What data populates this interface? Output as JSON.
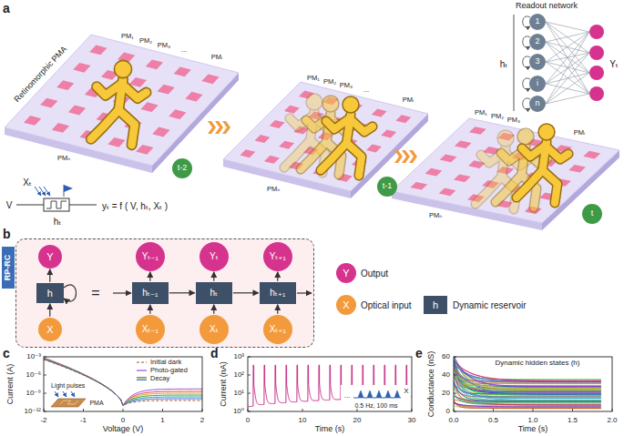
{
  "diagram": {
    "nodes": [
      {
        "text": [
          "t-2"
        ]
      },
      {
        "text": [
          "t-1"
        ]
      },
      {
        "text": [
          "t"
        ]
      },
      {
        "text": [
          "1"
        ]
      },
      {
        "text": [
          "2"
        ]
      },
      {
        "text": [
          "3"
        ]
      },
      {
        "text": [
          "i"
        ]
      },
      {
        "text": [
          "n"
        ]
      },
      {
        "text": [
          "RP-RC"
        ]
      },
      {
        "text": [
          "Y"
        ],
        "in": 8
      },
      {
        "text": [
          "h"
        ],
        "in": 8
      },
      {
        "text": [
          "X"
        ],
        "in": 8
      },
      {
        "text": [
          "Yₜ₋₁"
        ],
        "in": 8
      },
      {
        "text": [
          "Yₜ"
        ],
        "in": 8
      },
      {
        "text": [
          "Yₜ₊₁"
        ],
        "in": 8
      },
      {
        "text": [
          "hₜ₋₁"
        ],
        "in": 8
      },
      {
        "text": [
          "hₜ"
        ],
        "in": 8
      },
      {
        "text": [
          "hₜ₊₁"
        ],
        "in": 8
      },
      {
        "text": [
          "Xₜ₋₁"
        ],
        "in": 8
      },
      {
        "text": [
          "Xₜ"
        ],
        "in": 8
      },
      {
        "text": [
          "Xₜ₊₁"
        ],
        "in": 8
      }
    ],
    "edges": [
      {
        "from": 11,
        "to": 10,
        "arrow": "to"
      },
      {
        "from": 10,
        "to": 9,
        "arrow": "to"
      },
      {
        "from": 18,
        "to": 15,
        "arrow": "to"
      },
      {
        "from": 15,
        "to": 12,
        "arrow": "to"
      },
      {
        "from": 19,
        "to": 16,
        "arrow": "to"
      },
      {
        "from": 16,
        "to": 13,
        "arrow": "to"
      },
      {
        "from": 20,
        "to": 17,
        "arrow": "to"
      },
      {
        "from": 17,
        "to": 14,
        "arrow": "to"
      },
      {
        "from": 15,
        "to": 16,
        "arrow": "to"
      },
      {
        "from": 16,
        "to": 17,
        "arrow": "to"
      }
    ],
    "labels": [
      "a",
      "Retinomorphic PMA",
      "PM₁",
      "PM₂",
      "PM₃",
      "...",
      "PMᵢ",
      "PMₙ",
      "PM₁",
      "PM₂",
      "PM₃",
      "...",
      "PMᵢ",
      "PMₙ",
      "PM₁",
      "PM₂",
      "PM₃",
      "PMᵢ",
      "PMₙ",
      "Xₜ",
      "V",
      "hₜ",
      "yₜ = f ( V, hₜ, Xₜ )",
      "Readout network",
      "hₜ",
      "Yₜ",
      "b",
      "=",
      "Y",
      "X",
      "h",
      "c",
      "Current (A)",
      "10⁻³",
      "10⁻⁶",
      "10⁻⁹",
      "10⁻¹²",
      "-2",
      "-1",
      "0",
      "1",
      "2",
      "Voltage (V)",
      "Light pulses",
      "PMA",
      "d",
      "Current (nA)",
      "10³",
      "10²",
      "10¹",
      "10⁰",
      "0",
      "10",
      "20",
      "30",
      "Time (s)",
      "...",
      "X",
      "0.5 Hz, 100 ms",
      "e",
      "Conductance (nS)",
      "60",
      "40",
      "20",
      "0",
      "0.0",
      "0.5",
      "1.0",
      "1.5",
      "2.0",
      "Time (s)",
      "Dynamic hidden states (h)"
    ],
    "legend": [
      {
        "text": "Output",
        "color": "#d6338f"
      },
      {
        "text": "Optical input",
        "color": "#f39a3c"
      },
      {
        "text": "Dynamic reservoir",
        "color": "#3e5068"
      },
      {
        "text": "Initial dark"
      },
      {
        "text": "Photo-gated"
      },
      {
        "text": "Decay"
      }
    ]
  }
}
